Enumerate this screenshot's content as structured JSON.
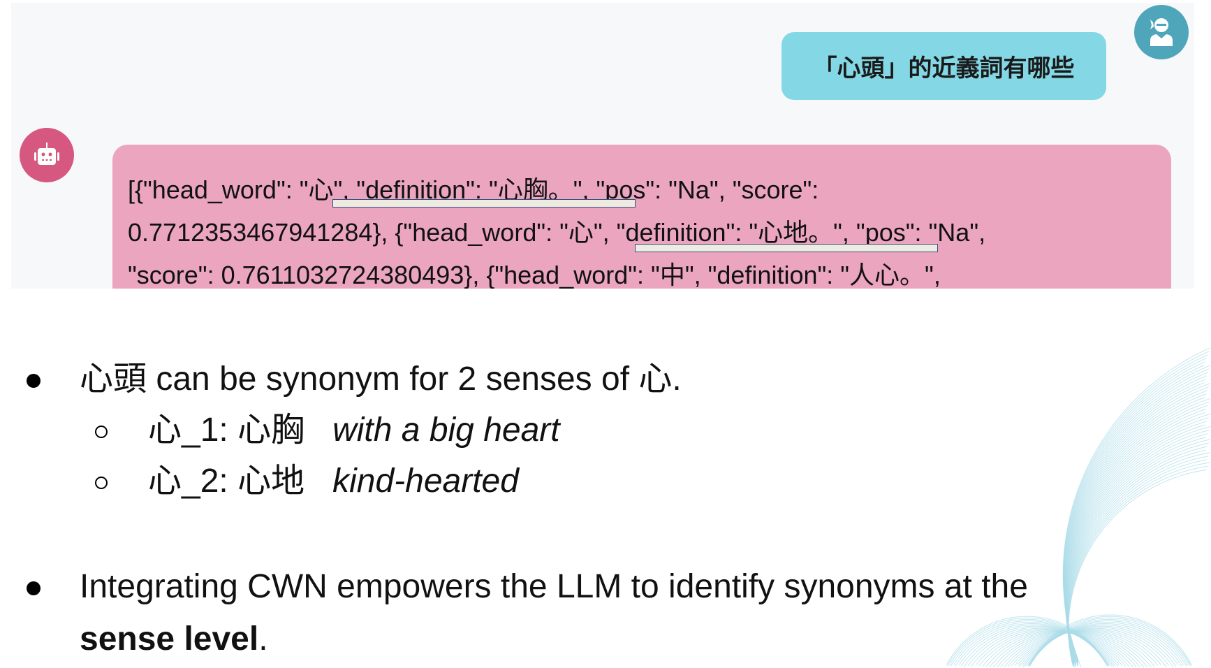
{
  "chat": {
    "user_message": "「心頭」的近義詞有哪些",
    "bot_message_lines": [
      "[{\"head_word\": \"心\", \"definition\": \"心胸。\", \"pos\": \"Na\", \"score\":",
      "0.7712353467941284}, {\"head_word\": \"心\", \"definition\": \"心地。\", \"pos\": \"Na\",",
      "\"score\": 0.7611032724380493}, {\"head_word\": \"中\", \"definition\": \"人心。\","
    ],
    "user_avatar_icon": "user-icon",
    "bot_avatar_icon": "robot-icon"
  },
  "bullets": {
    "b1": "心頭 can be synonym for 2 senses of 心.",
    "sub1_label": "心_1: 心胸",
    "sub1_gloss": "with a big heart",
    "sub2_label": "心_2: 心地",
    "sub2_gloss": "kind-hearted",
    "b2_line1": "Integrating CWN empowers the LLM to identify synonyms at the",
    "b2_bold": "sense level",
    "b2_end": "."
  },
  "colors": {
    "user_bubble": "#84d8e5",
    "bot_bubble": "#eba5bf",
    "user_avatar": "#4fa6ba",
    "bot_avatar": "#d6577f",
    "decoration": "#a9dbe8"
  }
}
